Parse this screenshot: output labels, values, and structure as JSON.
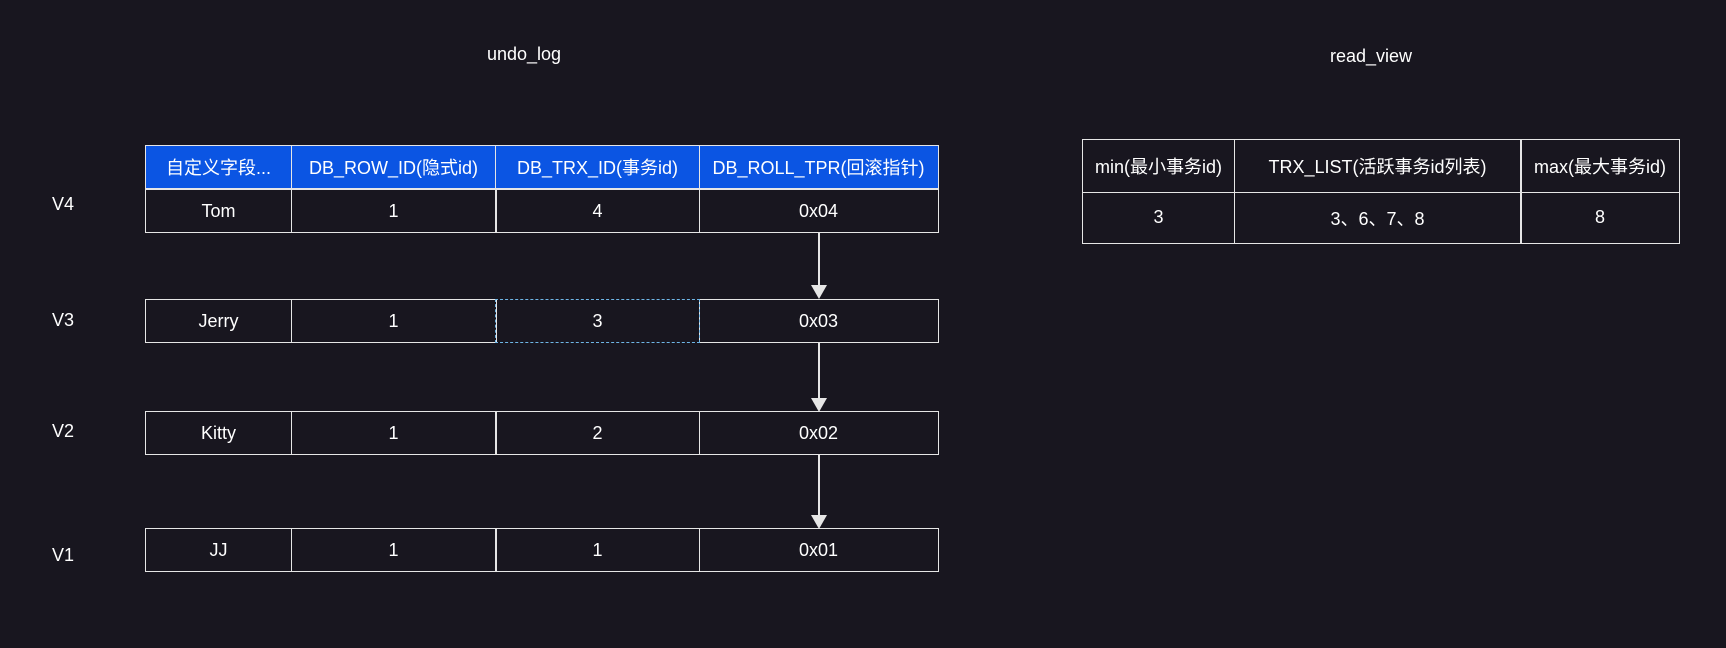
{
  "undo_log": {
    "title": "undo_log",
    "headers": [
      "自定义字段...",
      "DB_ROW_ID(隐式id)",
      "DB_TRX_ID(事务id)",
      "DB_ROLL_TPR(回滚指针)"
    ],
    "rows": [
      {
        "version": "V4",
        "cells": [
          "Tom",
          "1",
          "4",
          "0x04"
        ]
      },
      {
        "version": "V3",
        "cells": [
          "Jerry",
          "1",
          "3",
          "0x03"
        ]
      },
      {
        "version": "V2",
        "cells": [
          "Kitty",
          "1",
          "2",
          "0x02"
        ]
      },
      {
        "version": "V1",
        "cells": [
          "JJ",
          "1",
          "1",
          "0x01"
        ]
      }
    ]
  },
  "read_view": {
    "title": "read_view",
    "headers": [
      "min(最小事务id)",
      "TRX_LIST(活跃事务id列表)",
      "max(最大事务id)"
    ],
    "values": [
      "3",
      "3、6、7、8",
      "8"
    ]
  },
  "colors": {
    "background": "#18161f",
    "header_fill": "#0b55e3",
    "border": "#e6e6e6",
    "selection": "#6fb6e6"
  }
}
